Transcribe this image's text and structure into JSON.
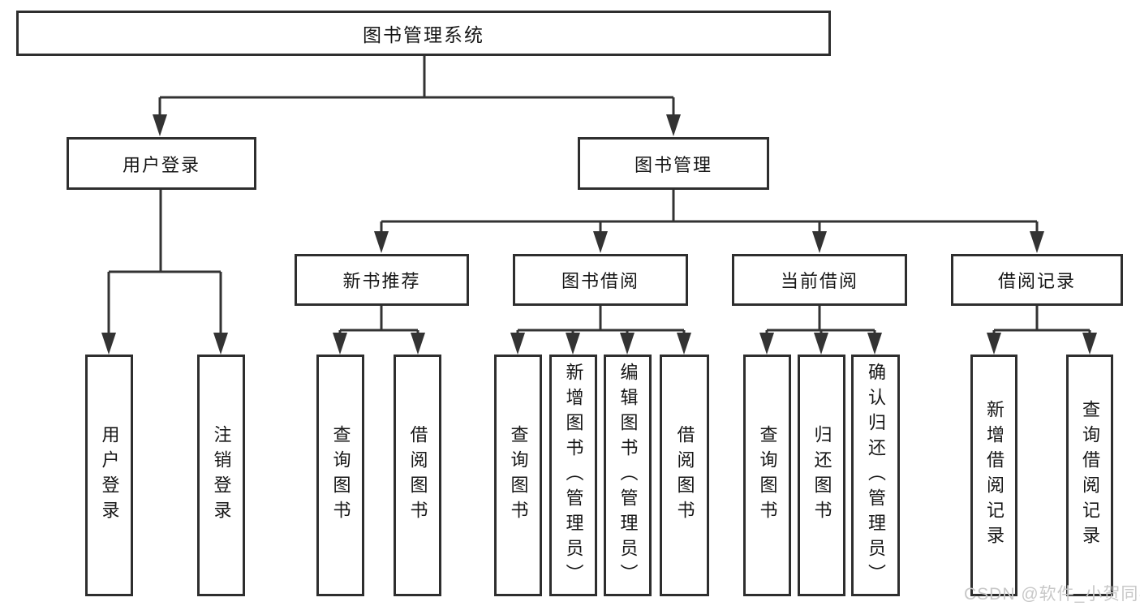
{
  "diagram": {
    "root": {
      "label": "图书管理系统"
    },
    "level2": [
      {
        "label": "用户登录"
      },
      {
        "label": "图书管理"
      }
    ],
    "level3": [
      {
        "label": "新书推荐",
        "parent": "图书管理"
      },
      {
        "label": "图书借阅",
        "parent": "图书管理"
      },
      {
        "label": "当前借阅",
        "parent": "图书管理"
      },
      {
        "label": "借阅记录",
        "parent": "图书管理"
      }
    ],
    "leaves": [
      {
        "label": "用户登录",
        "parent": "用户登录"
      },
      {
        "label": "注销登录",
        "parent": "用户登录"
      },
      {
        "label": "查询图书",
        "parent": "新书推荐"
      },
      {
        "label": "借阅图书",
        "parent": "新书推荐"
      },
      {
        "label": "查询图书",
        "parent": "图书借阅"
      },
      {
        "label": "新增图书（管理员）",
        "parent": "图书借阅"
      },
      {
        "label": "编辑图书（管理员）",
        "parent": "图书借阅"
      },
      {
        "label": "借阅图书",
        "parent": "图书借阅"
      },
      {
        "label": "查询图书",
        "parent": "当前借阅"
      },
      {
        "label": "归还图书",
        "parent": "当前借阅"
      },
      {
        "label": "确认归还（管理员）",
        "parent": "当前借阅"
      },
      {
        "label": "新增借阅记录",
        "parent": "借阅记录"
      },
      {
        "label": "查询借阅记录",
        "parent": "借阅记录"
      }
    ],
    "watermark": "CSDN @软件_小贺同学",
    "colors": {
      "line": "#333333",
      "box_border": "#2e2e2e",
      "text": "#161616",
      "watermark": "#c8c8c8",
      "background": "#ffffff"
    }
  }
}
